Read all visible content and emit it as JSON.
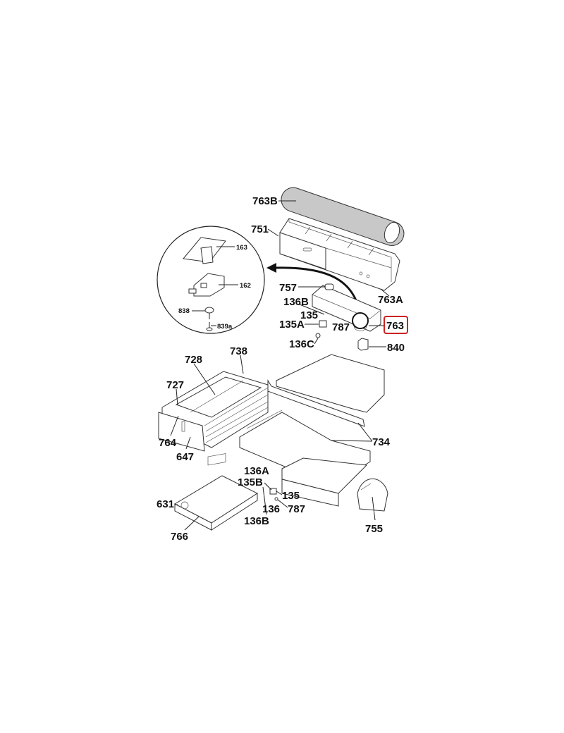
{
  "diagram": {
    "highlight_color": "#cc2222",
    "labels": {
      "l763B": "763B",
      "l751": "751",
      "l163": "163",
      "l162": "162",
      "l838": "838",
      "l839a": "839a",
      "l757": "757",
      "l136B_top": "136B",
      "l135_top": "135",
      "l135A": "135A",
      "l787_top": "787",
      "l136C": "136C",
      "l763": "763",
      "l763A": "763A",
      "l840": "840",
      "l738": "738",
      "l728": "728",
      "l727": "727",
      "l764": "764",
      "l647": "647",
      "l734": "734",
      "l136A": "136A",
      "l135B": "135B",
      "l135_bot": "135",
      "l136": "136",
      "l787_bot": "787",
      "l631": "631",
      "l136B_bot": "136B",
      "l766": "766",
      "l755": "755"
    }
  }
}
